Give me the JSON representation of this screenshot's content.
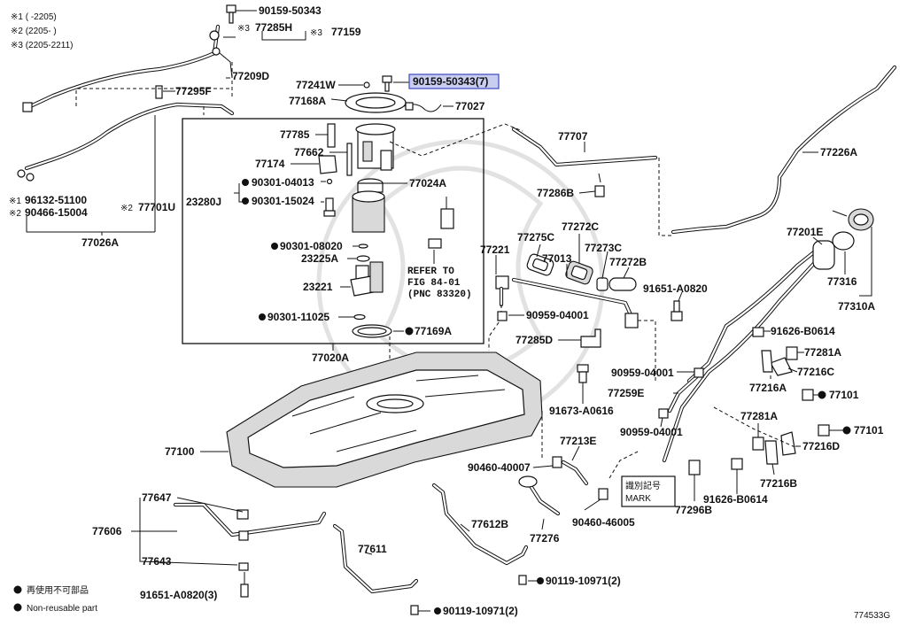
{
  "notes": {
    "note1": "※1 (    -2205)",
    "note2": "※2 (2205-    )",
    "note3": "※3 (2205-2211)"
  },
  "parts": {
    "p1": "90159-50343",
    "p2": "77285H",
    "p3": "77159",
    "p4": "77209D",
    "p5": "77295F",
    "p6": "77241W",
    "p7": "90159-50343(7)",
    "p8": "77168A",
    "p9": "77027",
    "p10": "77785",
    "p11": "77662",
    "p12": "77174",
    "p13": "90301-04013",
    "p14": "90301-15024",
    "p15": "23280J",
    "p16": "77024A",
    "p17": "90301-08020",
    "p18": "23225A",
    "p19": "23221",
    "p20": "90301-11025",
    "p21": "77169A",
    "p22": "77020A",
    "p23": "96132-51100",
    "p24": "90466-15004",
    "p25": "77701U",
    "p26": "77026A",
    "p27": "77707",
    "p28": "77286B",
    "p29": "77226A",
    "p30": "77221",
    "p31": "77275C",
    "p32": "77272C",
    "p33": "77013",
    "p34": "77273C",
    "p35": "77272B",
    "p36": "91651-A0820",
    "p37": "90959-04001",
    "p38": "77285D",
    "p39": "77201E",
    "p40": "77316",
    "p41": "77310A",
    "p42": "91626-B0614",
    "p43": "77281A",
    "p44": "77216C",
    "p45": "77216A",
    "p46": "77101",
    "p47": "90959-04001",
    "p48": "77259E",
    "p49": "91673-A0616",
    "p50": "90959-04001",
    "p51": "77281A",
    "p52": "77101",
    "p53": "77216D",
    "p54": "77213E",
    "p55": "90460-40007",
    "p56": "77100",
    "p57": "77216B",
    "p58": "91626-B0614",
    "p59": "77296B",
    "p60": "90460-46005",
    "p61": "77276",
    "p62": "77647",
    "p63": "77606",
    "p64": "77643",
    "p65": "77612B",
    "p66": "77611",
    "p67": "90119-10971(2)",
    "p68": "91651-A0820(3)",
    "p69": "90119-10971(2)"
  },
  "note_markers": {
    "m1": "※1",
    "m2": "※2",
    "m3": "※3",
    "m4": "※3",
    "m5": "※2"
  },
  "refer": {
    "line1": "REFER TO",
    "line2": "FIG 84-01",
    "line3": "(PNC 83320)"
  },
  "mark_box": {
    "jp": "識別記号",
    "en": "MARK"
  },
  "legend": {
    "jp": "再使用不可部品",
    "en": "Non-reusable part"
  },
  "figure_id": "774533G",
  "highlight_color": "#c9cdf0"
}
